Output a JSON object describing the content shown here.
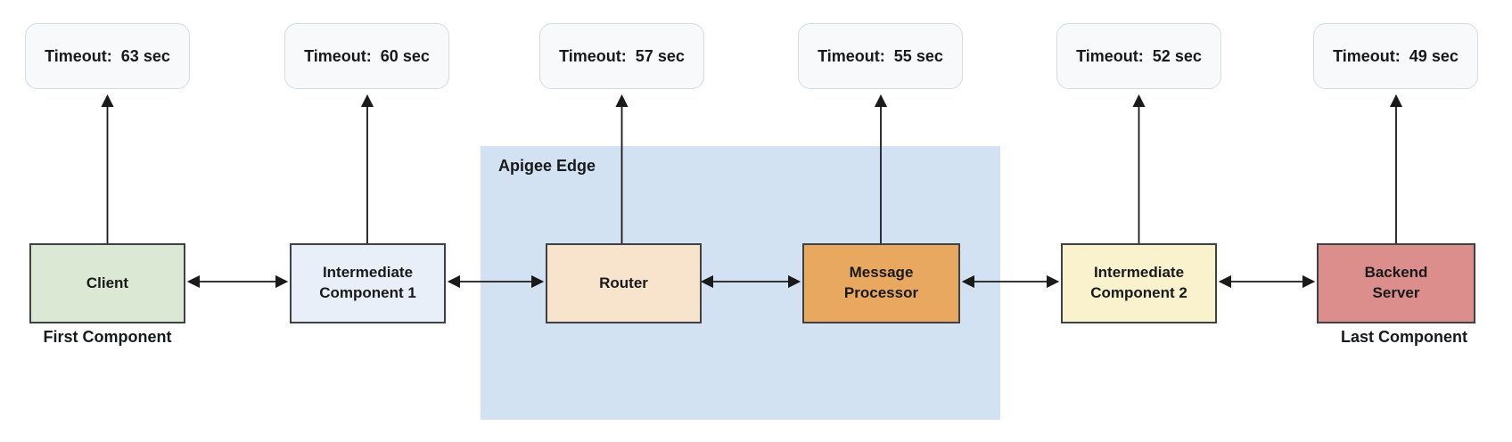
{
  "diagram": {
    "group": {
      "label": "Apigee Edge",
      "fill": "#d3e2f2"
    },
    "nodes": [
      {
        "id": "client",
        "label": "Client",
        "caption": "First Component",
        "fill": "#dbe8d3",
        "timeout_label": "Timeout:  63 sec",
        "timeout_seconds": 63
      },
      {
        "id": "ic1",
        "label": "Intermediate\nComponent 1",
        "fill": "#e9eff9",
        "timeout_label": "Timeout:  60 sec",
        "timeout_seconds": 60
      },
      {
        "id": "router",
        "label": "Router",
        "group": "Apigee Edge",
        "fill": "#f8e4cc",
        "timeout_label": "Timeout:  57 sec",
        "timeout_seconds": 57
      },
      {
        "id": "mp",
        "label": "Message\nProcessor",
        "group": "Apigee Edge",
        "fill": "#e9a85f",
        "timeout_label": "Timeout:  55 sec",
        "timeout_seconds": 55
      },
      {
        "id": "ic2",
        "label": "Intermediate\nComponent 2",
        "fill": "#faf1cd",
        "timeout_label": "Timeout:  52 sec",
        "timeout_seconds": 52
      },
      {
        "id": "backend",
        "label": "Backend\nServer",
        "caption": "Last Component",
        "fill": "#db8e8b",
        "timeout_label": "Timeout:  49 sec",
        "timeout_seconds": 49
      }
    ],
    "edges": [
      {
        "from": "client",
        "to": "ic1",
        "type": "bidirectional"
      },
      {
        "from": "ic1",
        "to": "router",
        "type": "bidirectional"
      },
      {
        "from": "router",
        "to": "mp",
        "type": "bidirectional"
      },
      {
        "from": "mp",
        "to": "ic2",
        "type": "bidirectional"
      },
      {
        "from": "ic2",
        "to": "backend",
        "type": "bidirectional"
      }
    ],
    "colors": {
      "timeout_fill": "#f7f9fa",
      "timeout_border": "#d8dbdf",
      "box_border": "#3f4245",
      "arrow": "#1a1a1a",
      "text": "#17191b"
    }
  }
}
